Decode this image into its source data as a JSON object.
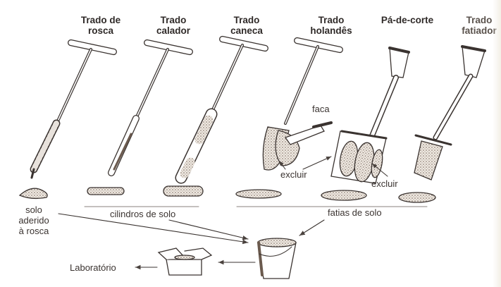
{
  "tools": [
    {
      "id": "trado-rosca",
      "title_line1": "Trado de",
      "title_line2": "rosca"
    },
    {
      "id": "trado-calador",
      "title_line1": "Trado",
      "title_line2": "calador"
    },
    {
      "id": "trado-caneca",
      "title_line1": "Trado",
      "title_line2": "caneca"
    },
    {
      "id": "trado-holandes",
      "title_line1": "Trado",
      "title_line2": "holandês"
    },
    {
      "id": "pa-de-corte",
      "title_line1": "Pá-de-corte",
      "title_line2": ""
    },
    {
      "id": "trado-fatiador",
      "title_line1": "Trado",
      "title_line2": "fatiador"
    }
  ],
  "annotations": {
    "faca": "faca",
    "excluir_1": "excluir",
    "excluir_2": "excluir"
  },
  "groups": {
    "solo_aderido_line1": "solo",
    "solo_aderido_line2": "aderido",
    "solo_aderido_line3": "à rosca",
    "cilindros": "cilindros de solo",
    "fatias": "fatias de solo"
  },
  "flow": {
    "destination": "Laboratório",
    "container": "bucket-icon",
    "package": "box-icon"
  },
  "colors": {
    "ink": "#3a3330",
    "soil": "#6b5a4e",
    "background": "#ffffff"
  }
}
